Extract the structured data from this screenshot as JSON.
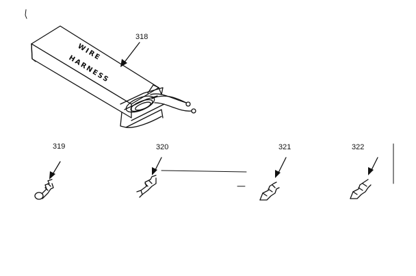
{
  "package": {
    "callout": "318",
    "label_line1": "WIRE",
    "label_line2": "HARNESS"
  },
  "terminals": [
    {
      "callout": "319",
      "icon": "ring-terminal-icon"
    },
    {
      "callout": "320",
      "icon": "hook-terminal-icon"
    },
    {
      "callout": "321",
      "icon": "flag-terminal-icon"
    },
    {
      "callout": "322",
      "icon": "flag-terminal-icon"
    }
  ],
  "colors": {
    "ink": "#111111",
    "paper": "#ffffff"
  }
}
